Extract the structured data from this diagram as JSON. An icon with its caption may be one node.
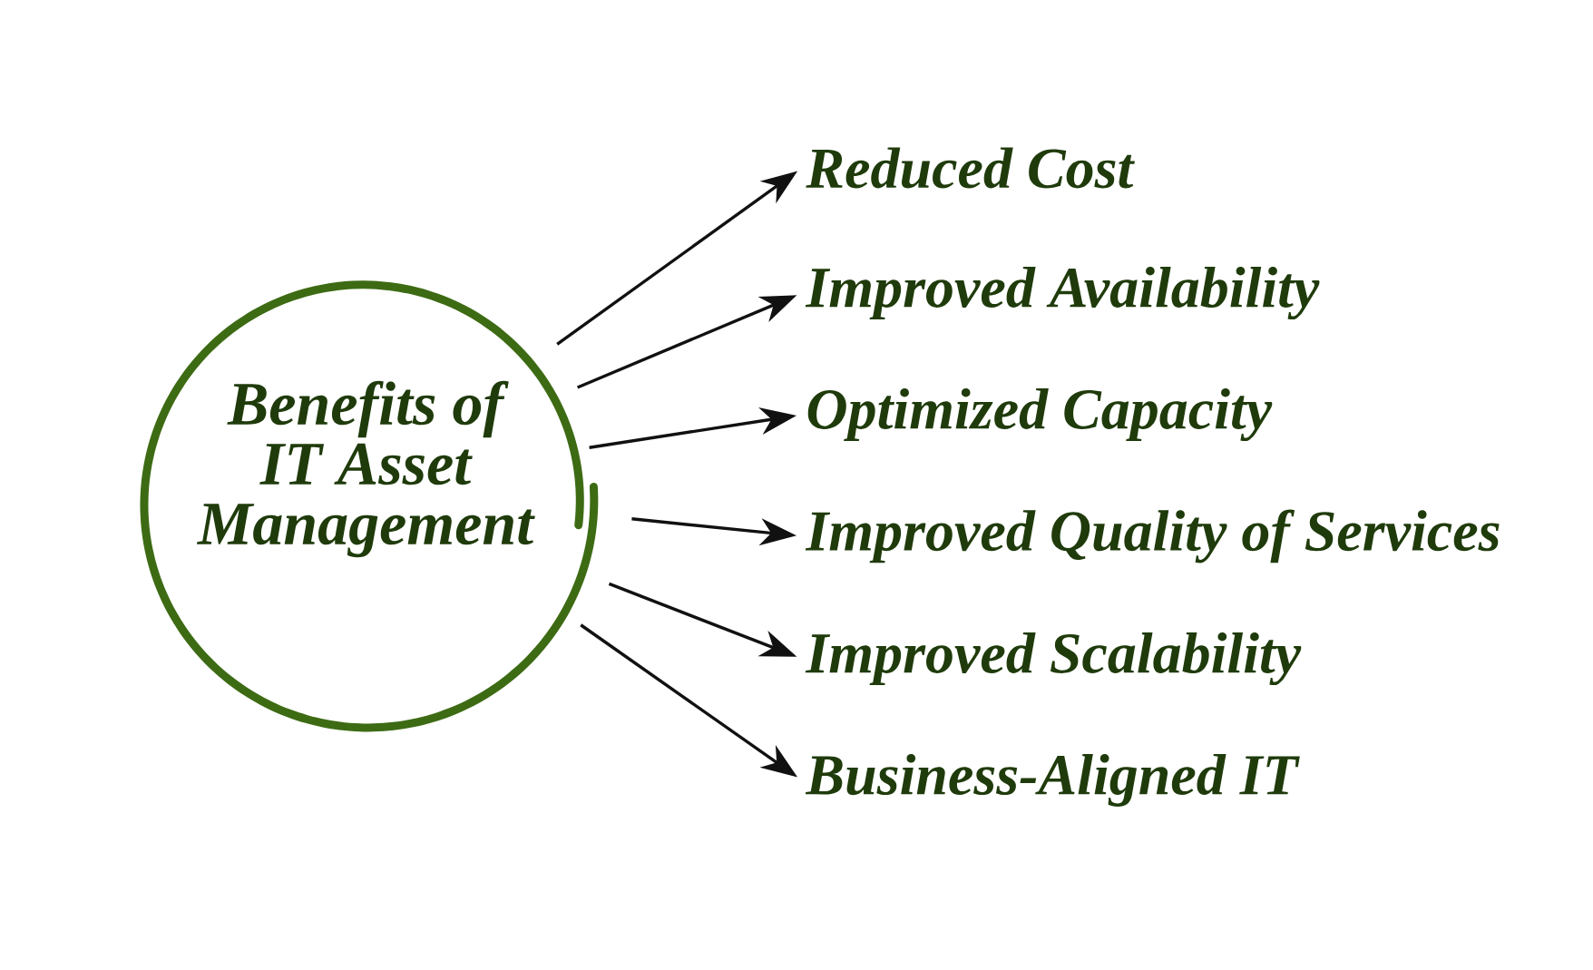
{
  "diagram": {
    "nodes": [
      {
        "text": [
          "Benefits of IT Asset Management"
        ]
      },
      {
        "text": [
          "Reduced Cost"
        ]
      },
      {
        "text": [
          "Improved Availability"
        ]
      },
      {
        "text": [
          "Optimized Capacity"
        ]
      },
      {
        "text": [
          "Improved Quality of Services"
        ]
      },
      {
        "text": [
          "Improved Scalability"
        ]
      },
      {
        "text": [
          "Business-Aligned IT"
        ]
      }
    ],
    "edges": [
      {
        "from": 0,
        "to": 1,
        "arrow": "to"
      },
      {
        "from": 0,
        "to": 2,
        "arrow": "to"
      },
      {
        "from": 0,
        "to": 3,
        "arrow": "to"
      },
      {
        "from": 0,
        "to": 4,
        "arrow": "to"
      },
      {
        "from": 0,
        "to": 5,
        "arrow": "to"
      },
      {
        "from": 0,
        "to": 6,
        "arrow": "to"
      }
    ]
  }
}
